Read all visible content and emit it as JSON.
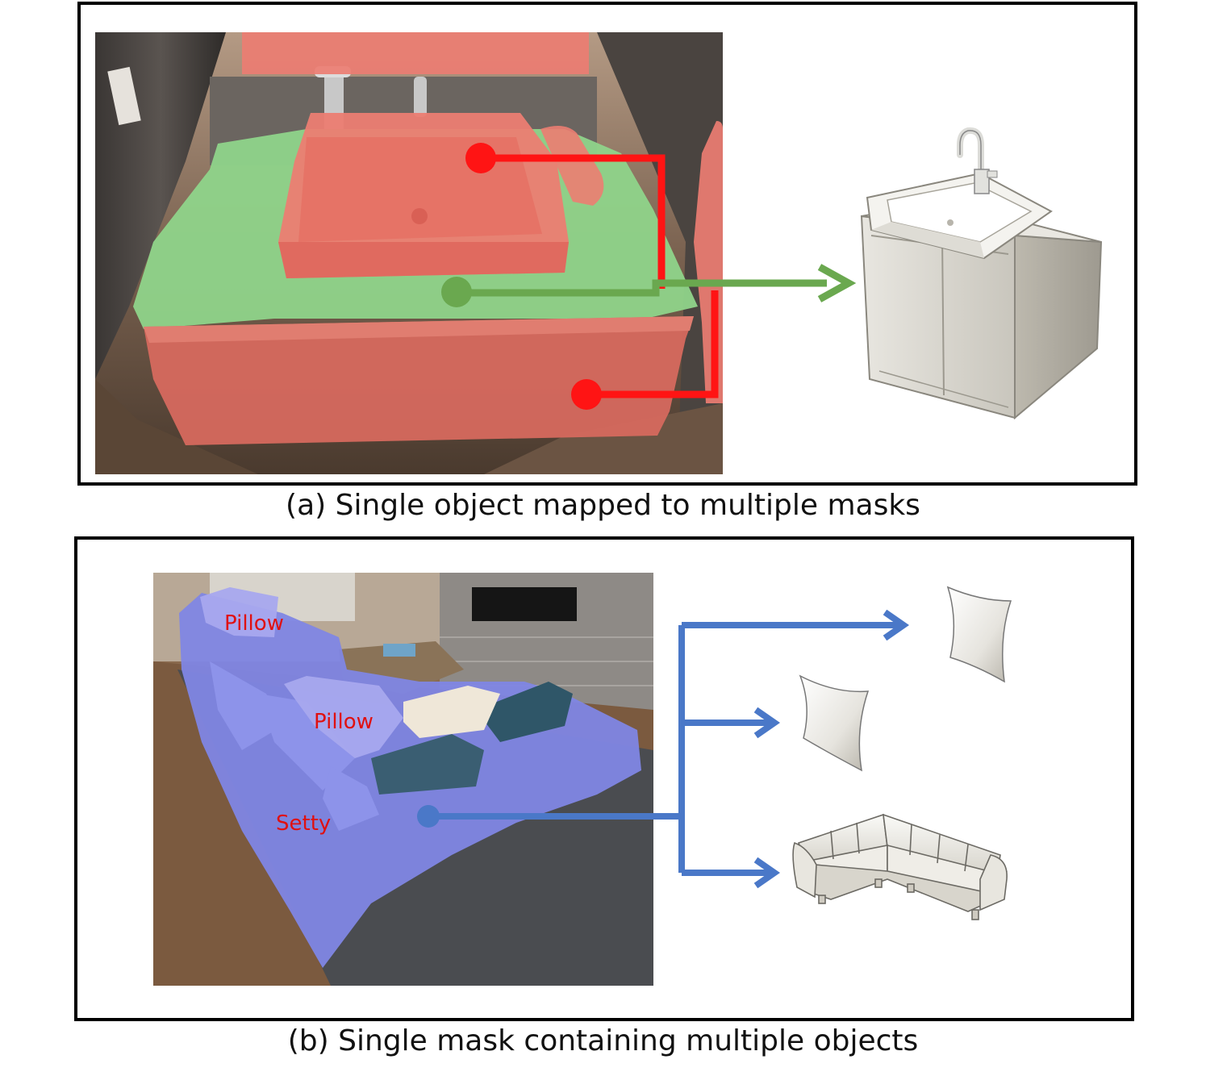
{
  "captions": {
    "a": "(a) Single object mapped to multiple masks",
    "b": "(b) Single mask containing multiple objects"
  },
  "labels": {
    "pillow_1": "Pillow",
    "pillow_2": "Pillow",
    "setty": "Setty"
  },
  "colors": {
    "red_mask": "#ec7d72",
    "green_mask": "#8fd48a",
    "blue_mask": "#7f86e4",
    "red_line": "#ff1414",
    "green_line": "#6aa84f",
    "blue_line": "#4a78c8",
    "label_text": "#e01010"
  }
}
